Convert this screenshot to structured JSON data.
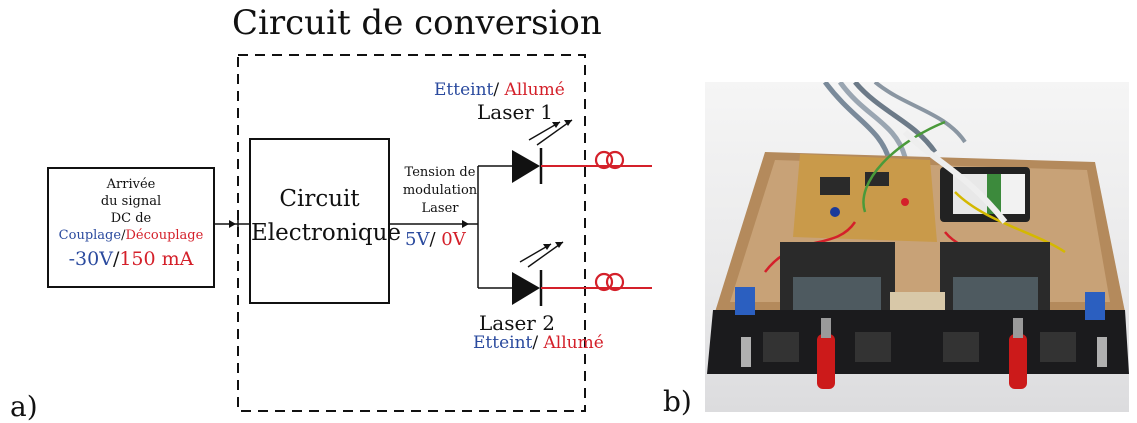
{
  "title": "Circuit de conversion",
  "panel_a": "a)",
  "panel_b": "b)",
  "input_box": {
    "line1": "Arrivée",
    "line2": "du signal",
    "line3": "DC de",
    "couplage": "Couplage",
    "slash1": "/",
    "decouplage": "Découplage",
    "volt": "-30V",
    "slash2": "/",
    "current": "150 mA"
  },
  "electronics_box": {
    "line1": "Circuit",
    "line2": "Electronique"
  },
  "modulation": {
    "line1": "Tension de",
    "line2": "modulation",
    "line3": "Laser",
    "v_on": "5V",
    "slash": "/",
    "v_off": " 0V"
  },
  "laser1": {
    "off": "Etteint",
    "slash": "/",
    "on": " Allumé",
    "name": "Laser 1"
  },
  "laser2": {
    "name": "Laser 2",
    "off": "Etteint",
    "slash": "/",
    "on": " Allumé"
  },
  "colors": {
    "blue": "#2a4a9e",
    "red": "#d4202a",
    "line": "#111111"
  }
}
